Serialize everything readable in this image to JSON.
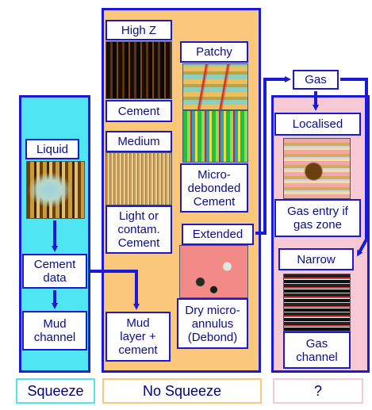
{
  "colors": {
    "frame": "#1a1ad6",
    "text": "#0c0c8a",
    "squeeze_bg": "#4fe6f2",
    "no_squeeze_bg": "#fbc77a",
    "unknown_bg": "#f7c9d5"
  },
  "squeeze": {
    "liquid": "Liquid",
    "cement_data": "Cement\ndata",
    "mud_channel": "Mud\nchannel",
    "footer": "Squeeze"
  },
  "no_squeeze": {
    "high_z": "High Z",
    "cement": "Cement",
    "medium": "Medium",
    "light": "Light or\ncontam.\nCement",
    "patchy": "Patchy",
    "micro": "Micro-\ndebonded\nCement",
    "extended": "Extended",
    "dry": "Dry micro-\nannulus\n(Debond)",
    "mud_layer": "Mud\nlayer +\ncement",
    "footer": "No Squeeze"
  },
  "unknown": {
    "gas": "Gas",
    "localised": "Localised",
    "gas_entry": "Gas entry if\ngas zone",
    "narrow": "Narrow",
    "gas_channel": "Gas\nchannel",
    "footer": "?"
  }
}
